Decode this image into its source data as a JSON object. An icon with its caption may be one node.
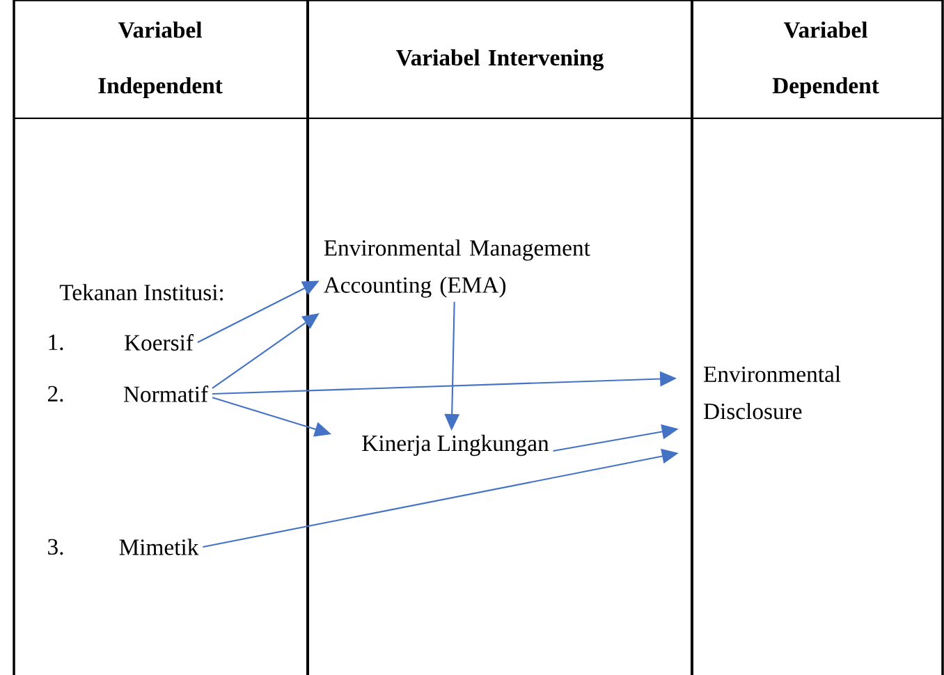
{
  "diagram": {
    "nodes": [
      {
        "text": [
          "Koersif"
        ]
      },
      {
        "text": [
          "Normatif"
        ]
      },
      {
        "text": [
          "Mimetik"
        ]
      },
      {
        "text": [
          "Environmental Management Accounting (EMA)"
        ]
      },
      {
        "text": [
          "Kinerja Lingkungan"
        ]
      },
      {
        "text": [
          "Environmental Disclosure"
        ]
      }
    ],
    "edges": [
      {
        "from": 0,
        "to": 3,
        "arrow": "to"
      },
      {
        "from": 1,
        "to": 3,
        "arrow": "to"
      },
      {
        "from": 1,
        "to": 5,
        "arrow": "to"
      },
      {
        "from": 1,
        "to": 4,
        "arrow": "to"
      },
      {
        "from": 3,
        "to": 4,
        "arrow": "to"
      },
      {
        "from": 4,
        "to": 5,
        "arrow": "to"
      },
      {
        "from": 2,
        "to": 5,
        "arrow": "to"
      }
    ],
    "labels": [
      "Variabel Independent",
      "Variabel Intervening",
      "Variabel Dependent",
      "Tekanan Institusi:",
      "1.",
      "2.",
      "3."
    ]
  }
}
